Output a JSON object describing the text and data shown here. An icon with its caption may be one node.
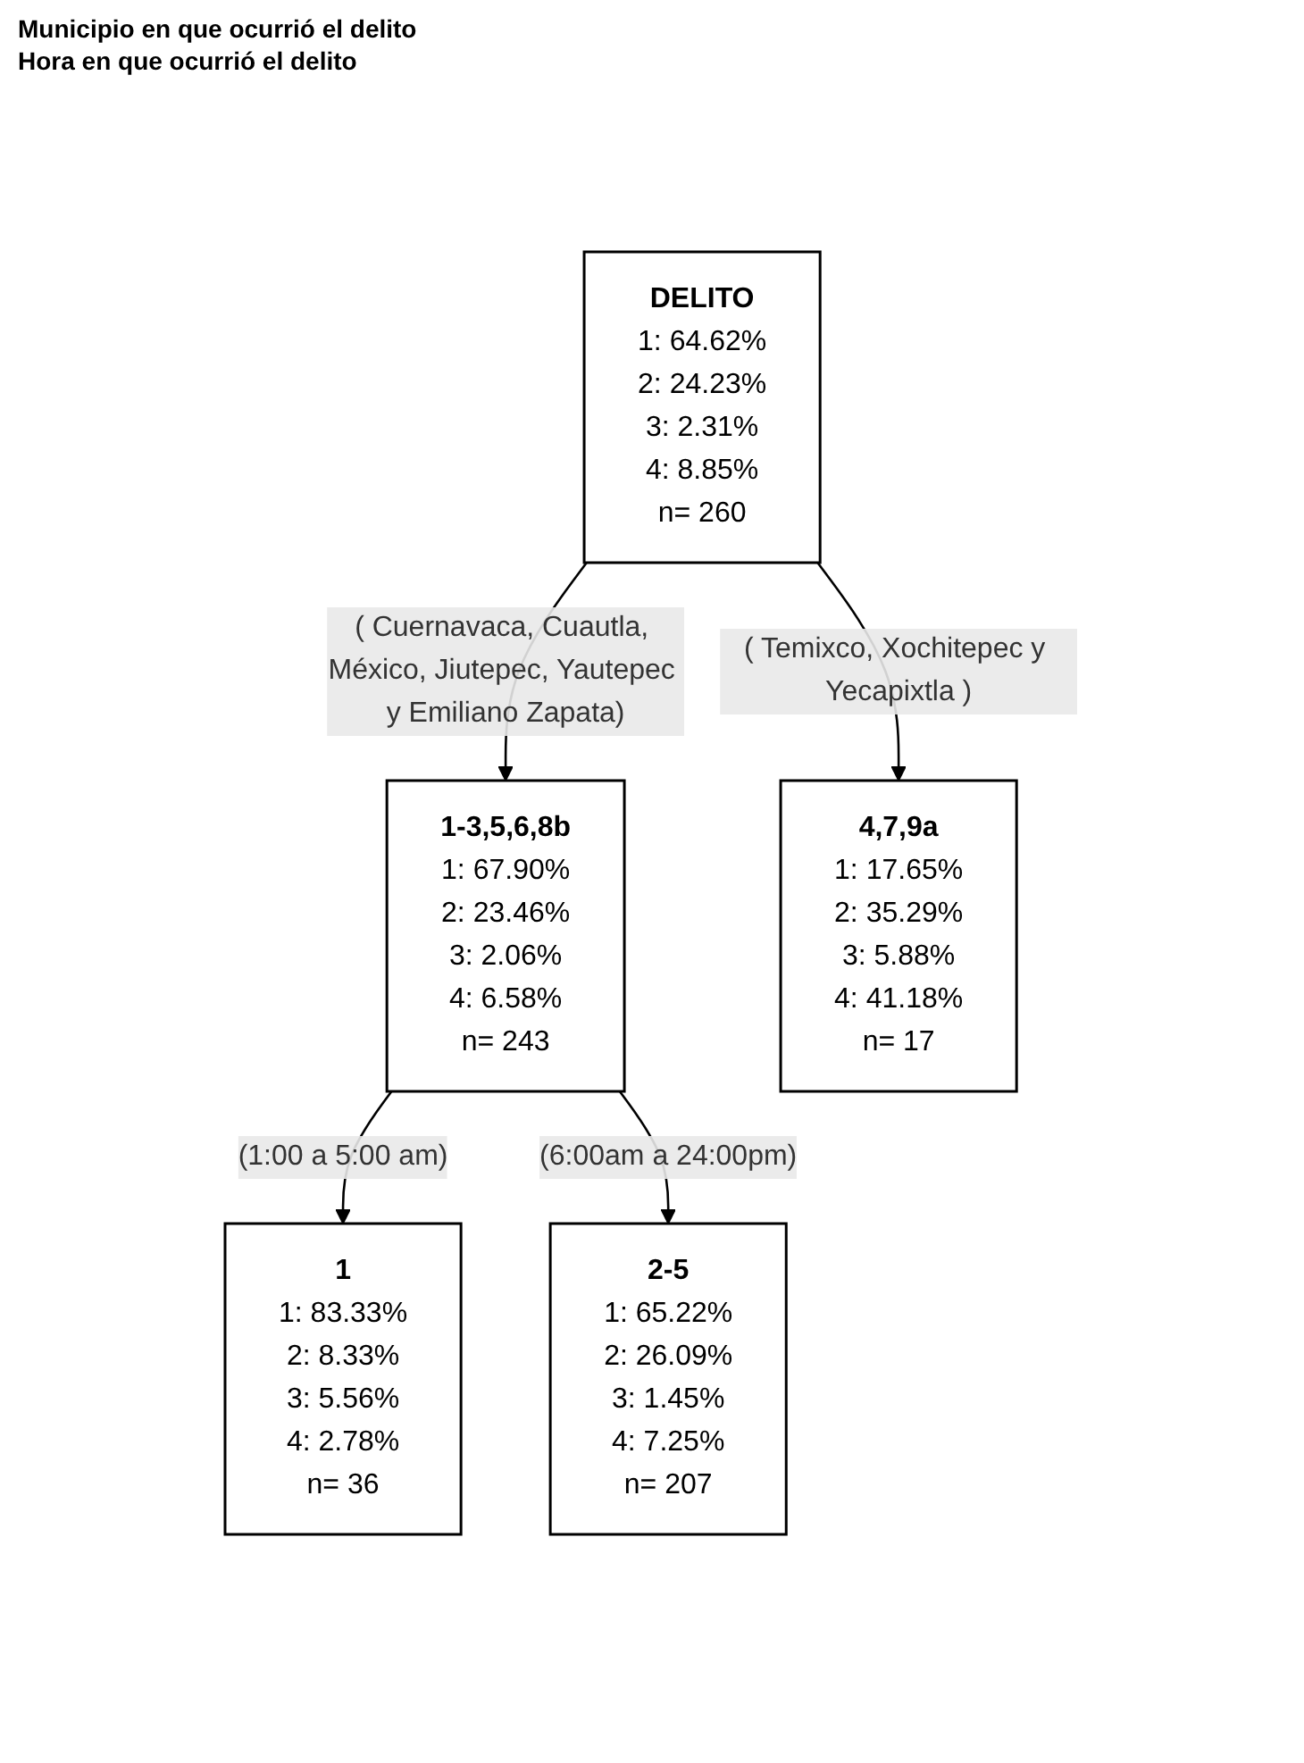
{
  "diagram": {
    "nodes": [
      {
        "text": [
          "DELITO",
          "1: 64.62%",
          "2: 24.23%",
          "3: 2.31%",
          "4: 8.85%",
          "n= 260"
        ]
      },
      {
        "text": [
          "1-3,5,6,8b",
          "1: 67.90%",
          "2: 23.46%",
          "3: 2.06%",
          "4: 6.58%",
          "n= 243"
        ]
      },
      {
        "text": [
          "4,7,9a",
          "1: 17.65%",
          "2: 35.29%",
          "3: 5.88%",
          "4: 41.18%",
          "n= 17"
        ]
      },
      {
        "text": [
          "1",
          "1: 83.33%",
          "2: 8.33%",
          "3: 5.56%",
          "4: 2.78%",
          "n= 36"
        ]
      },
      {
        "text": [
          "2-5",
          "1: 65.22%",
          "2: 26.09%",
          "3: 1.45%",
          "4: 7.25%",
          "n= 207"
        ]
      }
    ],
    "edges": [
      {
        "from": 0,
        "to": 1,
        "arrow": "to",
        "label": "( Cuernavaca, Cuautla, México, Jiutepec, Yautepec y Emiliano Zapata)"
      },
      {
        "from": 0,
        "to": 2,
        "arrow": "to",
        "label": "( Temixco, Xochitepec y Yecapixtla )"
      },
      {
        "from": 1,
        "to": 3,
        "arrow": "to",
        "label": "(1:00 a 5:00 am)"
      },
      {
        "from": 1,
        "to": 4,
        "arrow": "to",
        "label": "(6:00am a 24:00pm)"
      }
    ],
    "labels": [
      "Municipio en que ocurrió el delito",
      "Hora en que ocurrió el delito"
    ]
  }
}
